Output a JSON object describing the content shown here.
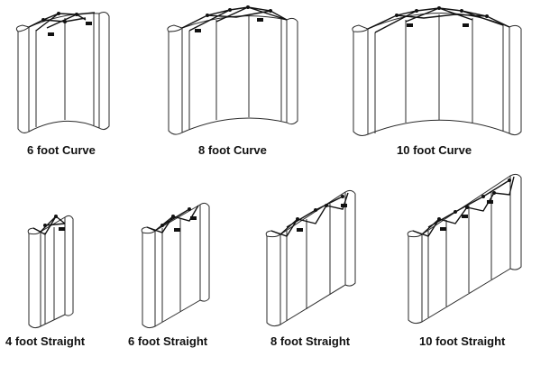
{
  "displays": [
    {
      "id": "curve-6",
      "label": "6 foot Curve"
    },
    {
      "id": "curve-8",
      "label": "8 foot Curve"
    },
    {
      "id": "curve-10",
      "label": "10 foot Curve"
    },
    {
      "id": "straight-4",
      "label": "4 foot Straight"
    },
    {
      "id": "straight-6",
      "label": "6 foot Straight"
    },
    {
      "id": "straight-8",
      "label": "8 foot Straight"
    },
    {
      "id": "straight-10",
      "label": "10 foot Straight"
    }
  ]
}
